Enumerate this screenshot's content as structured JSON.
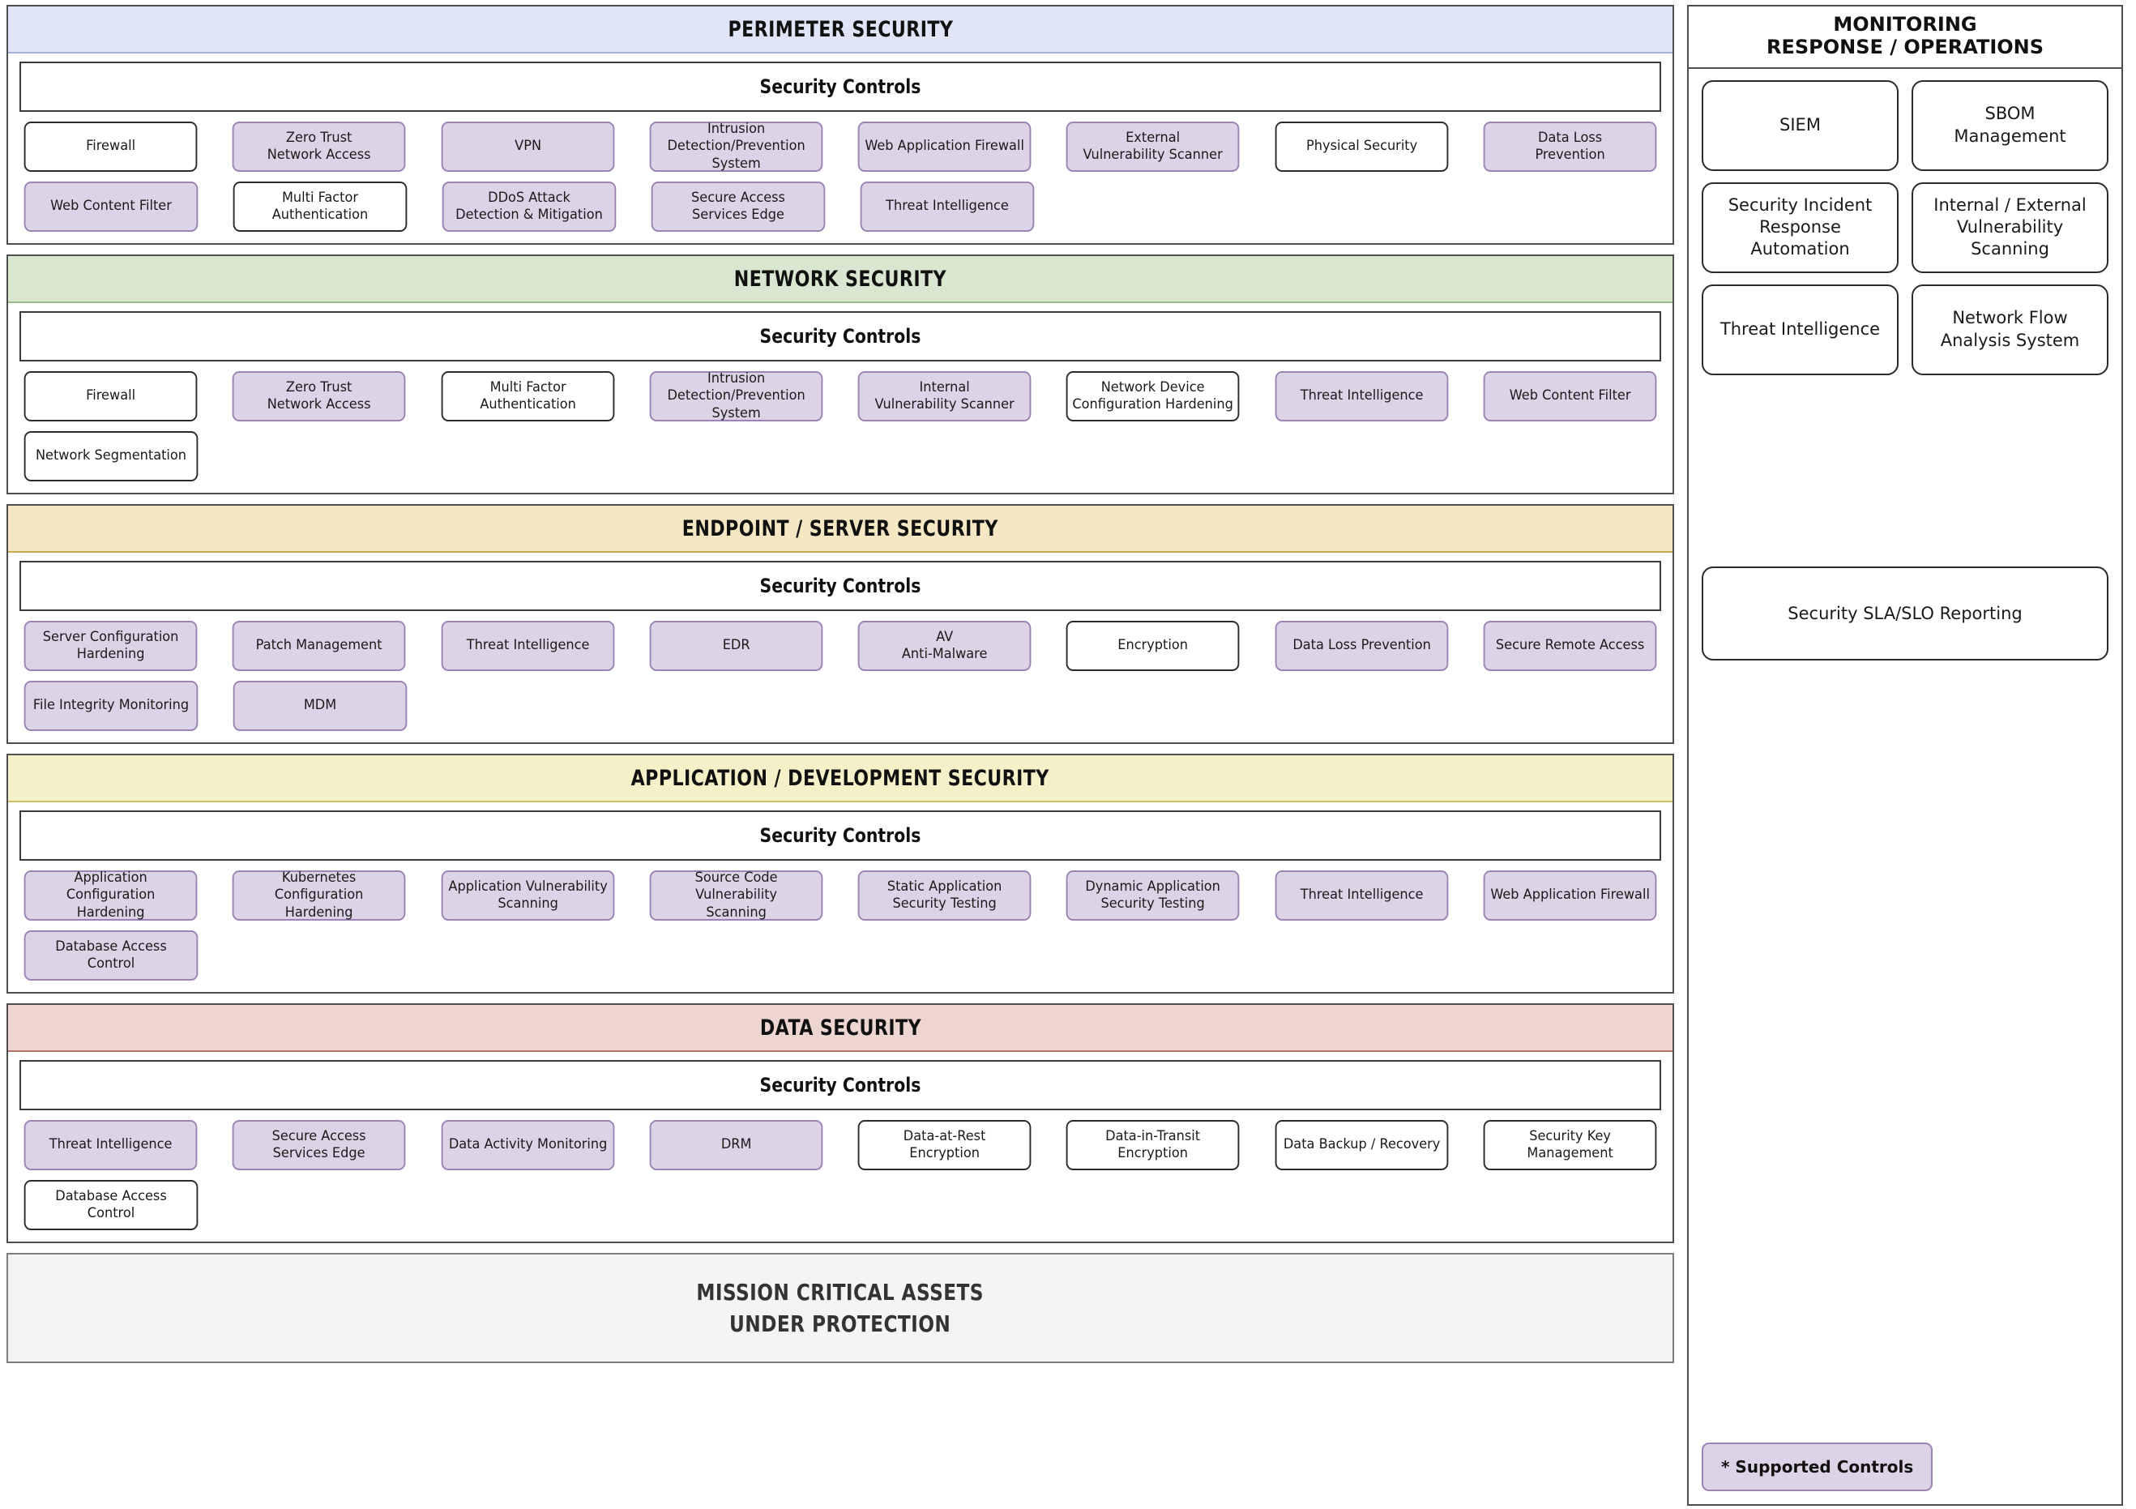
{
  "legend": {
    "supported_controls_label": "* Supported Controls",
    "supported_fill": "#ddd3e6",
    "supported_border": "#9b84b3",
    "core_fill": "#ffffff",
    "core_border": "#2b2b2b"
  },
  "controls_bar_label": "Security Controls",
  "layers": [
    {
      "title": "PERIMETER SECURITY",
      "header_color": "#dfe4f7",
      "controls_label": "Security Controls",
      "rows": [
        [
          {
            "label": "Firewall",
            "type": "core"
          },
          {
            "label": "Zero Trust\nNetwork Access",
            "type": "supported"
          },
          {
            "label": "VPN",
            "type": "supported"
          },
          {
            "label": "Intrusion\nDetection/Prevention\nSystem",
            "type": "supported"
          },
          {
            "label": "Web Application Firewall",
            "type": "supported"
          },
          {
            "label": "External\nVulnerability Scanner",
            "type": "supported"
          },
          {
            "label": "Physical Security",
            "type": "core"
          },
          {
            "label": "Data Loss\nPrevention",
            "type": "supported"
          }
        ],
        [
          {
            "label": "Web Content Filter",
            "type": "supported"
          },
          {
            "label": "Multi Factor\nAuthentication",
            "type": "core"
          },
          {
            "label": "DDoS Attack\nDetection & Mitigation",
            "type": "supported"
          },
          {
            "label": "Secure Access\nServices Edge",
            "type": "supported"
          },
          {
            "label": "Threat Intelligence",
            "type": "supported"
          }
        ]
      ]
    },
    {
      "title": "NETWORK SECURITY",
      "header_color": "#d9e7d0",
      "controls_label": "Security Controls",
      "rows": [
        [
          {
            "label": "Firewall",
            "type": "core"
          },
          {
            "label": "Zero Trust\nNetwork Access",
            "type": "supported"
          },
          {
            "label": "Multi Factor\nAuthentication",
            "type": "core"
          },
          {
            "label": "Intrusion\nDetection/Prevention\nSystem",
            "type": "supported"
          },
          {
            "label": "Internal\nVulnerability Scanner",
            "type": "supported"
          },
          {
            "label": "Network Device\nConfiguration Hardening",
            "type": "core"
          },
          {
            "label": "Threat Intelligence",
            "type": "supported"
          },
          {
            "label": "Web Content Filter",
            "type": "supported"
          }
        ],
        [
          {
            "label": "Network Segmentation",
            "type": "core"
          }
        ]
      ]
    },
    {
      "title": "ENDPOINT / SERVER SECURITY",
      "header_color": "#f6e7c4",
      "controls_label": "Security Controls",
      "rows": [
        [
          {
            "label": "Server Configuration\nHardening",
            "type": "supported"
          },
          {
            "label": "Patch Management",
            "type": "supported"
          },
          {
            "label": "Threat Intelligence",
            "type": "supported"
          },
          {
            "label": "EDR",
            "type": "supported"
          },
          {
            "label": "AV\nAnti-Malware",
            "type": "supported"
          },
          {
            "label": "Encryption",
            "type": "core"
          },
          {
            "label": "Data Loss Prevention",
            "type": "supported"
          },
          {
            "label": "Secure Remote Access",
            "type": "supported"
          }
        ],
        [
          {
            "label": "File Integrity Monitoring",
            "type": "supported"
          },
          {
            "label": "MDM",
            "type": "supported"
          }
        ]
      ]
    },
    {
      "title": "APPLICATION / DEVELOPMENT SECURITY",
      "header_color": "#f6f0c8",
      "controls_label": "Security Controls",
      "rows": [
        [
          {
            "label": "Application Configuration\nHardening",
            "type": "supported"
          },
          {
            "label": "Kubernetes Configuration\nHardening",
            "type": "supported"
          },
          {
            "label": "Application Vulnerability\nScanning",
            "type": "supported"
          },
          {
            "label": "Source Code Vulnerability\nScanning",
            "type": "supported"
          },
          {
            "label": "Static Application\nSecurity Testing",
            "type": "supported"
          },
          {
            "label": "Dynamic Application\nSecurity Testing",
            "type": "supported"
          },
          {
            "label": "Threat Intelligence",
            "type": "supported"
          },
          {
            "label": "Web Application Firewall",
            "type": "supported"
          }
        ],
        [
          {
            "label": "Database Access Control",
            "type": "supported"
          }
        ]
      ]
    },
    {
      "title": "DATA SECURITY",
      "header_color": "#eed6d0",
      "controls_label": "Security Controls",
      "rows": [
        [
          {
            "label": "Threat Intelligence",
            "type": "supported"
          },
          {
            "label": "Secure Access\nServices Edge",
            "type": "supported"
          },
          {
            "label": "Data Activity Monitoring",
            "type": "supported"
          },
          {
            "label": "DRM",
            "type": "supported"
          },
          {
            "label": "Data-at-Rest\nEncryption",
            "type": "core"
          },
          {
            "label": "Data-in-Transit\nEncryption",
            "type": "core"
          },
          {
            "label": "Data Backup / Recovery",
            "type": "core"
          },
          {
            "label": "Security Key Management",
            "type": "core"
          }
        ],
        [
          {
            "label": "Database Access Control",
            "type": "core"
          }
        ]
      ]
    }
  ],
  "mission": {
    "line1": "MISSION CRITICAL ASSETS",
    "line2": "UNDER PROTECTION"
  },
  "operations": {
    "title_line1": "MONITORING",
    "title_line2": "RESPONSE / OPERATIONS",
    "cards": [
      {
        "label": "SIEM"
      },
      {
        "label": "SBOM\nManagement"
      },
      {
        "label": "Security Incident\nResponse Automation"
      },
      {
        "label": "Internal / External\nVulnerability Scanning"
      },
      {
        "label": "Threat Intelligence"
      },
      {
        "label": "Network Flow\nAnalysis System"
      }
    ],
    "wide_card": {
      "label": "Security SLA/SLO Reporting"
    }
  }
}
